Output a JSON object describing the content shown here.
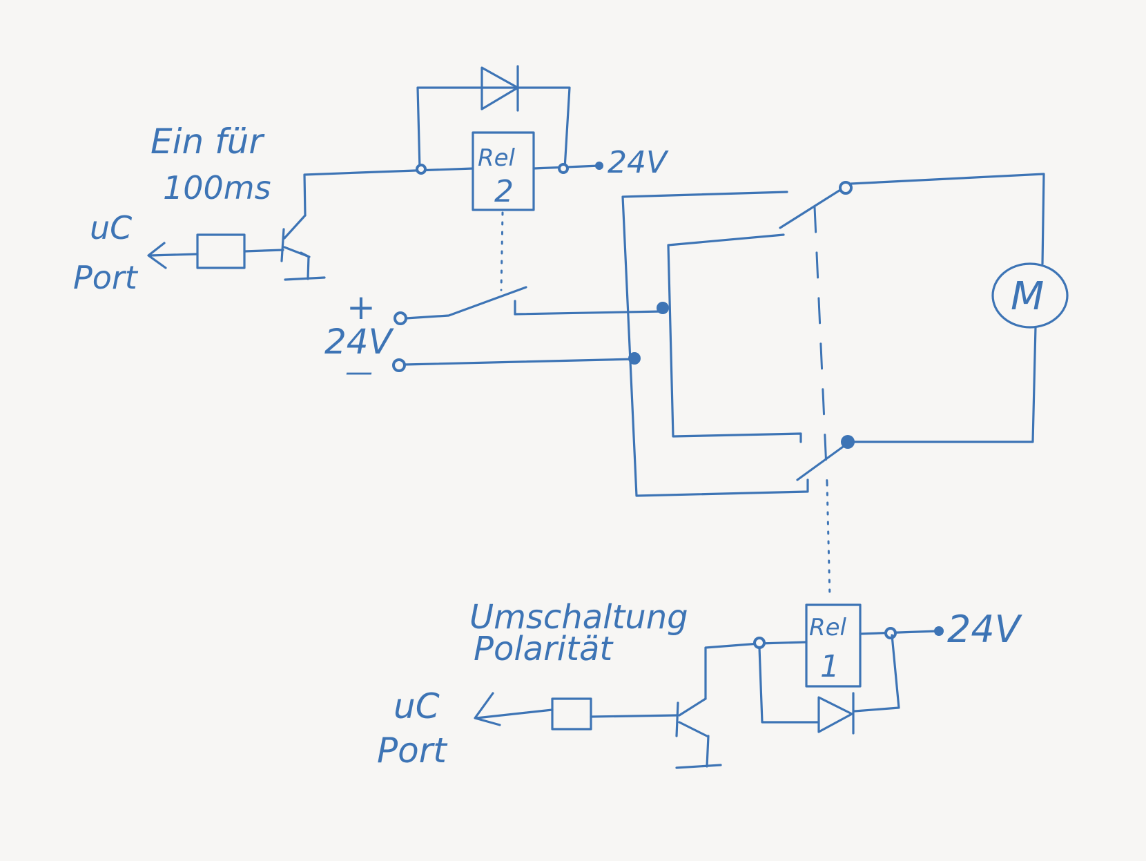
{
  "labels": {
    "ein_fuer": "Ein für",
    "duration": "100ms",
    "uc_top": "uC",
    "port_top": "Port",
    "rel2_name": "Rel",
    "rel2_num": "2",
    "rel2_supply": "24V",
    "plus_sign": "+",
    "supply_voltage": "24V",
    "minus_sign": "—",
    "motor": "M",
    "rel1_name": "Rel",
    "rel1_num": "1",
    "rel1_supply": "24V",
    "umschaltung": "Umschaltung",
    "polaritaet": "Polarität",
    "uc_bottom": "uC",
    "port_bottom": "Port"
  },
  "colors": {
    "ink": "#3d74b5",
    "paper": "#f7f6f4"
  }
}
